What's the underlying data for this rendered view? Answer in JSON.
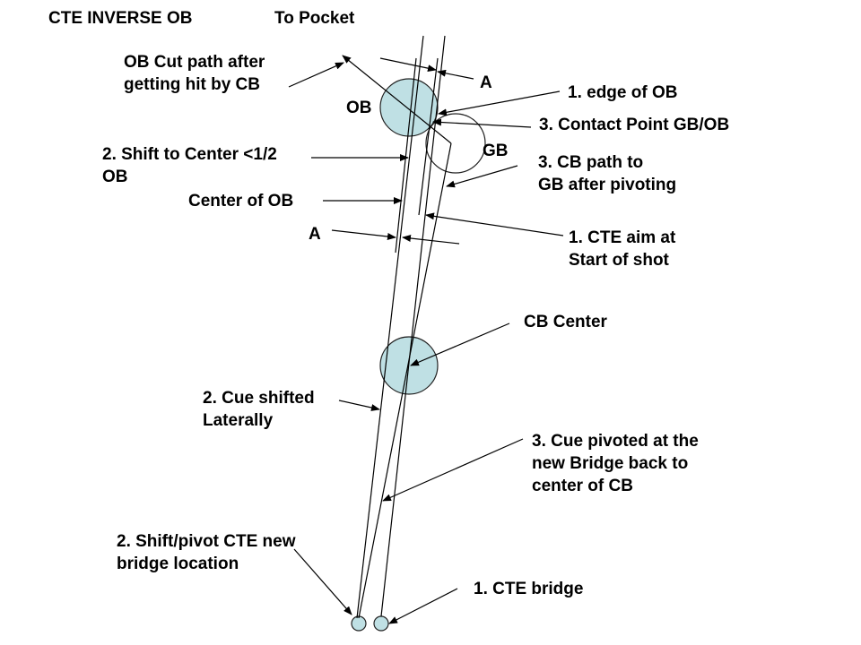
{
  "diagram": {
    "title": "CTE INVERSE OB",
    "labels": {
      "to_pocket": "To Pocket",
      "ob_cut_path": [
        "OB Cut path after",
        "getting hit by CB"
      ],
      "ob": "OB",
      "a_top": "A",
      "edge_of_ob": "1. edge of OB",
      "contact_point": "3. Contact Point GB/OB",
      "gb": "GB",
      "shift_to_center": [
        "2. Shift to Center <1/2",
        "OB"
      ],
      "cb_path": [
        "3. CB path to",
        "GB after pivoting"
      ],
      "center_of_ob": "Center of OB",
      "a_bottom": "A",
      "cte_aim": [
        "1. CTE aim at",
        "Start of shot"
      ],
      "cb_center": "CB Center",
      "cue_shifted": [
        "2. Cue shifted",
        "Laterally"
      ],
      "cue_pivoted": [
        "3. Cue pivoted at the",
        "new Bridge back to",
        "center of CB"
      ],
      "shift_pivot_bridge": [
        "2. Shift/pivot CTE new",
        "bridge location"
      ],
      "cte_bridge": "1. CTE bridge"
    },
    "colors": {
      "ball_fill": "#bfe0e4",
      "line": "#000000"
    }
  }
}
